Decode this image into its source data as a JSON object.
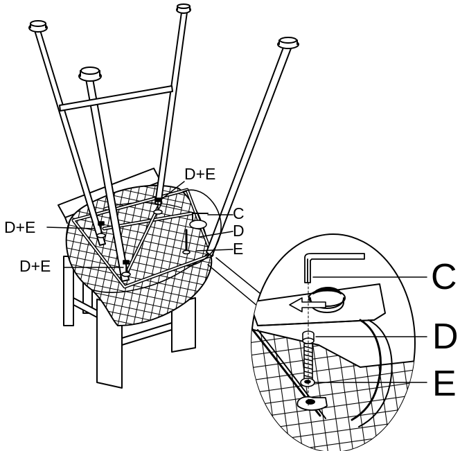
{
  "figure": {
    "colors": {
      "ink": "#000000",
      "paper": "#ffffff"
    },
    "labels": {
      "upper_right": "D+E",
      "left": "D+E",
      "lower_left": "D+E",
      "small_c": "C",
      "small_d": "D",
      "small_e": "E"
    },
    "detail_labels": {
      "c": "C",
      "d": "D",
      "e": "E"
    }
  }
}
